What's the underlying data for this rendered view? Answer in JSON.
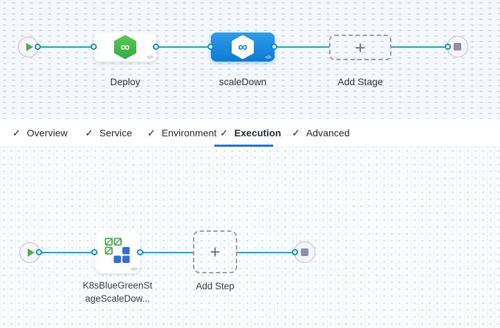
{
  "stage_graph": {
    "deploy": {
      "label": "Deploy"
    },
    "scale_down": {
      "label": "scaleDown"
    },
    "add_stage": {
      "label": "Add Stage"
    }
  },
  "tab_bar": {
    "tabs": [
      {
        "label": "Overview",
        "active": false
      },
      {
        "label": "Service",
        "active": false
      },
      {
        "label": "Environment",
        "active": false
      },
      {
        "label": "Execution",
        "active": true
      },
      {
        "label": "Advanced",
        "active": false
      }
    ]
  },
  "execution_graph": {
    "step": {
      "label_line1": "K8sBlueGreenSt",
      "label_line2": "ageScaleDow..."
    },
    "add_step": {
      "label": "Add Step"
    }
  },
  "icons": {
    "check": "✓",
    "plus": "+",
    "infinity": "∞",
    "code": "</>"
  },
  "colors": {
    "edge": "#00ade4",
    "selected_stage": "#0c7cd4",
    "tab_underline": "#1976d2",
    "cd_green": "#2dad3c",
    "k8s_green": "#3fae46",
    "k8s_blue": "#2e6fe0"
  }
}
